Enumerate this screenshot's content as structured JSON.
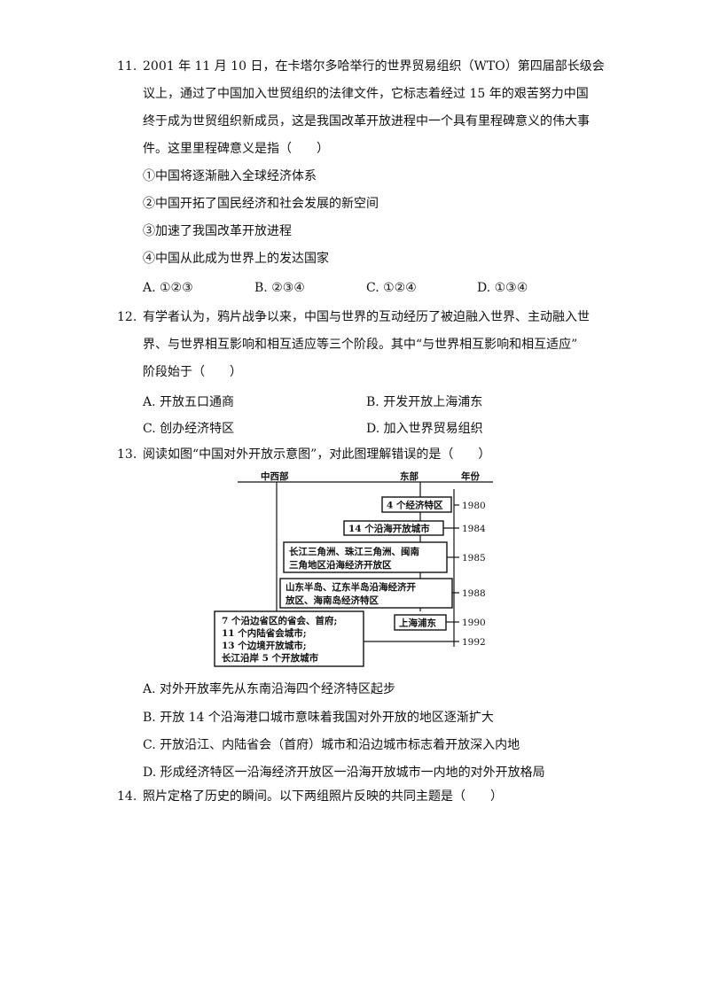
{
  "q11": {
    "num": "11.",
    "lines": [
      "2001 年 11 月 10 日，在卡塔尔多哈举行的世界贸易组织（WTO）第四届部长级会",
      "议上，通过了中国加入世贸组织的法律文件，它标志着经过 15 年的艰苦努力中国",
      "终于成为世贸组织新成员，这是我国改革开放进程中一个具有里程碑意义的伟大事",
      "件。这里里程碑意义是指（　　）"
    ],
    "statements": [
      "①中国将逐渐融入全球经济体系",
      "②中国开拓了国民经济和社会发展的新空间",
      "③加速了我国改革开放进程",
      "④中国从此成为世界上的发达国家"
    ],
    "options": [
      "A. ①②③",
      "B. ②③④",
      "C. ①②④",
      "D. ①③④"
    ]
  },
  "q12": {
    "num": "12.",
    "lines": [
      "有学者认为，鸦片战争以来，中国与世界的互动经历了被迫融入世界、主动融入世",
      "界、与世界相互影响和相互适应等三个阶段。其中“与世界相互影响和相互适应”",
      "阶段始于（　　）"
    ],
    "options": [
      "A. 开放五口通商",
      "B. 开发开放上海浦东",
      "C. 创办经济特区",
      "D. 加入世界贸易组织"
    ]
  },
  "q13": {
    "num": "13.",
    "stem": "阅读如图“中国对外开放示意图”，对此图理解错误的是（　　）",
    "diagram": {
      "col_west": "中西部",
      "col_east": "东部",
      "col_year": "年份",
      "boxes": [
        {
          "text": [
            "4 个经济特区"
          ],
          "year": "1980"
        },
        {
          "text": [
            "14 个沿海开放城市"
          ],
          "year": "1984"
        },
        {
          "text": [
            "长江三角洲、珠江三角洲、闽南",
            "三角地区沿海经济开放区"
          ],
          "year": "1985"
        },
        {
          "text": [
            "山东半岛、辽东半岛沿海经济开",
            "放区、海南岛经济特区"
          ],
          "year": "1988"
        },
        {
          "text": [
            "上海浦东"
          ],
          "year": "1990"
        },
        {
          "text": [
            "7 个沿边省区的省会、首府;",
            "11 个内陆省会城市;",
            "13 个边境开放城市;",
            "长江沿岸 5 个开放城市"
          ],
          "year": "1992"
        }
      ]
    },
    "options": [
      "A. 对外开放率先从东南沿海四个经济特区起步",
      "B. 开放 14 个沿海港口城市意味着我国对外开放的地区逐渐扩大",
      "C. 开放沿江、内陆省会（首府）城市和沿边城市标志着开放深入内地",
      "D. 形成经济特区一沿海经济开放区一沿海开放城市一内地的对外开放格局"
    ]
  },
  "q14": {
    "num": "14.",
    "stem": "照片定格了历史的瞬间。以下两组照片反映的共同主题是（　　）"
  }
}
